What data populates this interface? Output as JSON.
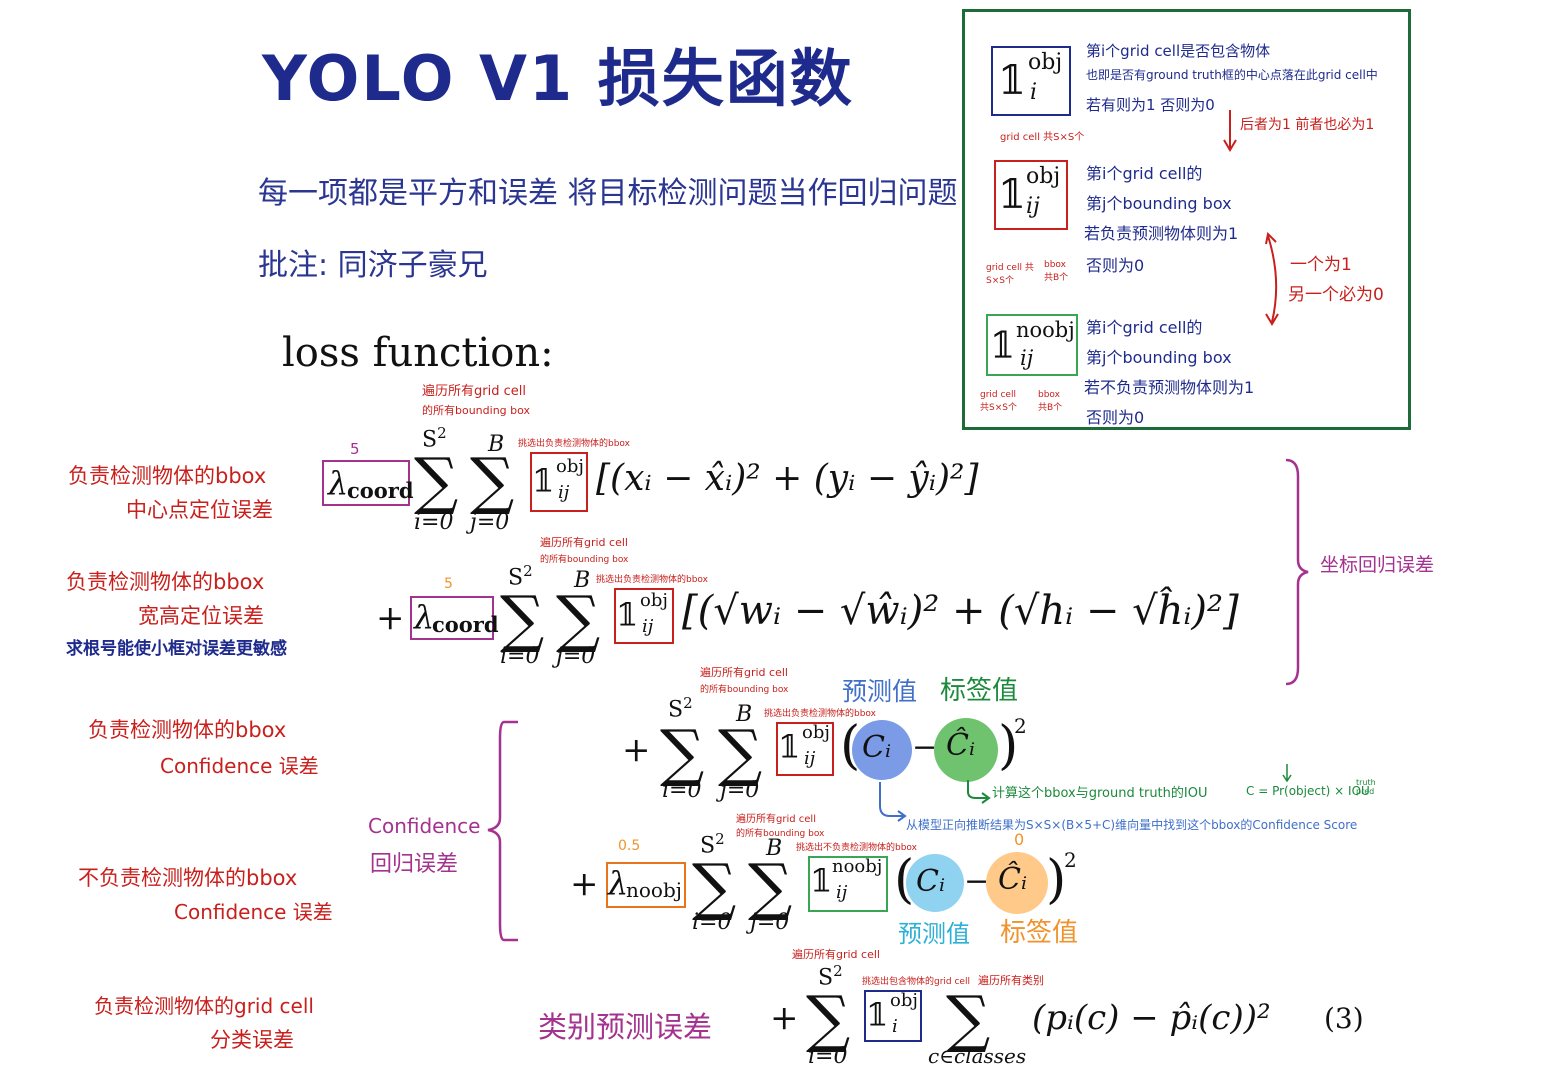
{
  "title": "YOLO V1 损失函数",
  "subtitle": "每一项都是平方和误差   将目标检测问题当作回归问题",
  "annotator": "批注: 同济子豪兄",
  "loss_label": "loss function:",
  "legend": {
    "obj_i_desc": [
      "第i个grid cell是否包含物体",
      "也即是否有ground truth框的中心点落在此grid cell中",
      "若有则为1 否则为0"
    ],
    "obj_i_below": "grid cell 共S×S个",
    "side_note_1": "后者为1 前者也必为1",
    "obj_ij_desc": [
      "第i个grid cell的",
      "第j个bounding box",
      "若负责预测物体则为1",
      "否则为0"
    ],
    "obj_ij_grid": "grid cell 共S×S个",
    "obj_ij_bbox": "bbox 共B个",
    "side_note_2": [
      "一个为1",
      "另一个必为0"
    ],
    "noobj_ij_desc": [
      "第i个grid cell的",
      "第j个bounding box",
      "若不负责预测物体则为1",
      "否则为0"
    ],
    "noobj_grid": "grid cell 共S×S个",
    "noobj_bbox": "bbox 共B个"
  },
  "left_notes": {
    "n1": [
      "负责检测物体的bbox",
      "中心点定位误差"
    ],
    "n2": [
      "负责检测物体的bbox",
      "宽高定位误差"
    ],
    "n2_extra": "求根号能使小框对误差更敏感",
    "n3": [
      "负责检测物体的bbox",
      "Confidence 误差"
    ],
    "n4": [
      "不负责检测物体的bbox",
      "Confidence 误差"
    ],
    "n5": [
      "负责检测物体的grid cell",
      "分类误差"
    ]
  },
  "brackets": {
    "coord": "坐标回归误差",
    "confidence": [
      "Confidence",
      "回归误差"
    ]
  },
  "annotations": {
    "lambda_coord_value": "5",
    "lambda_noobj_value": "0.5",
    "iterate_all": [
      "遍历所有grid cell",
      "的所有bounding box"
    ],
    "pick_responsible": "挑选出负责检测物体的bbox",
    "pick_not_responsible": "挑选出不负责检测物体的bbox",
    "iterate_grid": "遍历所有grid cell",
    "pick_grid": "挑选出包含物体的grid cell",
    "iterate_classes": "遍历所有类别",
    "pred_label_1": "预测值",
    "true_label_1": "标签值",
    "pred_label_2": "预测值",
    "true_label_2": "标签值",
    "iou_note": "计算这个bbox与ground truth的IOU",
    "conf_formula": "C = Pr(object) × IOU",
    "conf_formula_sub": "truth pred",
    "forward_note": "从模型正向推断结果为S×S×(B×5+C)维向量中找到这个bbox的Confidence Score",
    "zero_mark": "0",
    "class_error": "类别预测误差"
  },
  "equation_number": "(3)",
  "symbols": {
    "lambda_coord": "λ",
    "coord_sub": "coord",
    "noobj_sub": "noobj",
    "one": "𝟙",
    "obj": "obj",
    "noobj": "noobj",
    "ij": "ij",
    "i": "i",
    "S2": "S",
    "S2_sup": "2",
    "B": "B",
    "i_eq_0": "i=0",
    "j_eq_0": "j=0",
    "c_in_classes": "c∈classes",
    "term1": "[(xᵢ − x̂ᵢ)² + (yᵢ − ŷᵢ)²]",
    "term2": "[(√wᵢ − √ŵᵢ)² + (√hᵢ − √ĥᵢ)²]",
    "Ci": "Cᵢ",
    "Ci_hat": "Ĉᵢ",
    "term5": "(pᵢ(c) − p̂ᵢ(c))²",
    "plus": "+",
    "minus": "−",
    "sq": "2"
  },
  "colors": {
    "navy": "#1f2b8c",
    "red": "#c8201c",
    "purple": "#a4328f",
    "green": "#1c8a3c",
    "orange": "#f0932d",
    "blue_circle": "#7b9be6",
    "green_circle": "#6fc36f",
    "cyan_circle": "#8fd3f0",
    "orange_circle": "#ffc98a"
  }
}
